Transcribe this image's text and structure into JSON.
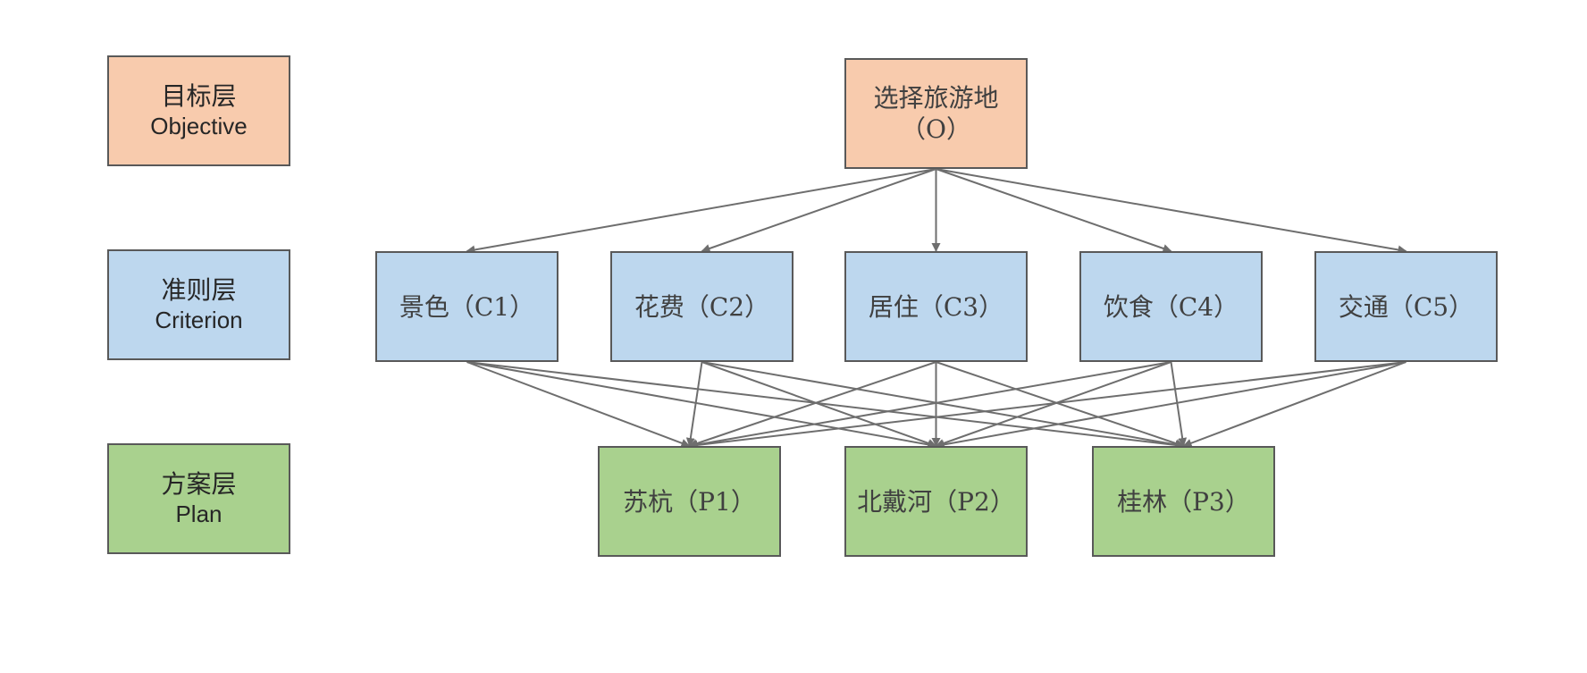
{
  "legend": {
    "objective": {
      "line1": "目标层",
      "line2": "Objective"
    },
    "criterion": {
      "line1": "准则层",
      "line2": "Criterion"
    },
    "plan": {
      "line1": "方案层",
      "line2": "Plan"
    }
  },
  "nodes": {
    "objective": {
      "line1": "选择旅游地",
      "line2": "（O）"
    },
    "c1": {
      "label": "景色（C1）"
    },
    "c2": {
      "label": "花费（C2）"
    },
    "c3": {
      "label": "居住（C3）"
    },
    "c4": {
      "label": "饮食（C4）"
    },
    "c5": {
      "label": "交通（C5）"
    },
    "p1": {
      "label": "苏杭（P1）"
    },
    "p2": {
      "label": "北戴河（P2）"
    },
    "p3": {
      "label": "桂林（P3）"
    }
  },
  "colors": {
    "objective_fill": "#f8cbad",
    "criterion_fill": "#bdd7ee",
    "plan_fill": "#a9d18e",
    "border": "#595959",
    "arrow": "#6e6e6e"
  }
}
